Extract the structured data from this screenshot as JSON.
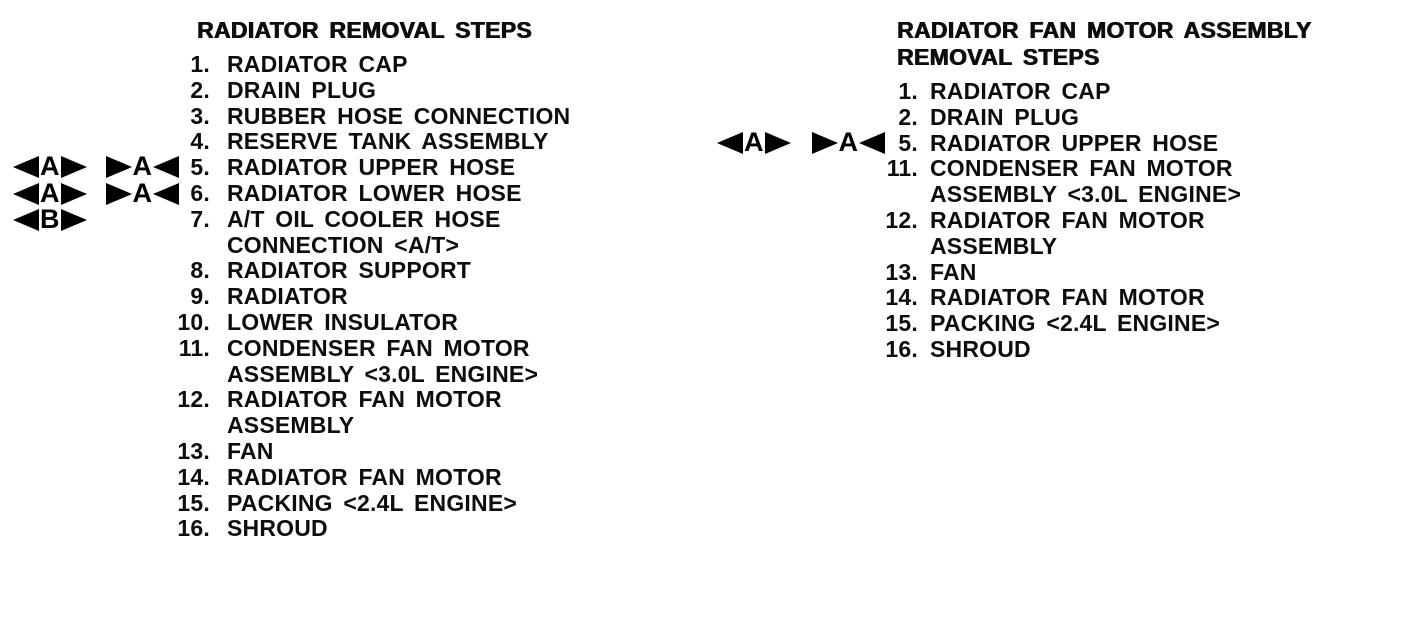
{
  "page": {
    "background_color": "#ffffff",
    "ink_color": "#0d0d0d"
  },
  "left_section": {
    "title": "RADIATOR REMOVAL STEPS",
    "items": [
      {
        "num": "1.",
        "lines": [
          "RADIATOR CAP"
        ]
      },
      {
        "num": "2.",
        "lines": [
          "DRAIN PLUG"
        ]
      },
      {
        "num": "3.",
        "lines": [
          "RUBBER HOSE CONNECTION"
        ]
      },
      {
        "num": "4.",
        "lines": [
          "RESERVE TANK ASSEMBLY"
        ]
      },
      {
        "num": "5.",
        "lines": [
          "RADIATOR UPPER HOSE"
        ]
      },
      {
        "num": "6.",
        "lines": [
          "RADIATOR LOWER HOSE"
        ]
      },
      {
        "num": "7.",
        "lines": [
          "A/T OIL COOLER HOSE",
          "CONNECTION <A/T>"
        ]
      },
      {
        "num": "8.",
        "lines": [
          "RADIATOR SUPPORT"
        ]
      },
      {
        "num": "9.",
        "lines": [
          "RADIATOR"
        ]
      },
      {
        "num": "10.",
        "lines": [
          "LOWER INSULATOR"
        ]
      },
      {
        "num": "11.",
        "lines": [
          "CONDENSER FAN MOTOR",
          "ASSEMBLY <3.0L ENGINE>"
        ]
      },
      {
        "num": "12.",
        "lines": [
          "RADIATOR FAN MOTOR",
          "ASSEMBLY"
        ]
      },
      {
        "num": "13.",
        "lines": [
          "FAN"
        ]
      },
      {
        "num": "14.",
        "lines": [
          "RADIATOR FAN MOTOR"
        ]
      },
      {
        "num": "15.",
        "lines": [
          "PACKING <2.4L ENGINE>"
        ]
      },
      {
        "num": "16.",
        "lines": [
          "SHROUD"
        ]
      }
    ]
  },
  "right_section": {
    "title_lines": [
      "RADIATOR FAN MOTOR ASSEMBLY",
      "REMOVAL STEPS"
    ],
    "items": [
      {
        "num": "1.",
        "lines": [
          "RADIATOR CAP"
        ]
      },
      {
        "num": "2.",
        "lines": [
          "DRAIN PLUG"
        ]
      },
      {
        "num": "5.",
        "lines": [
          "RADIATOR UPPER HOSE"
        ]
      },
      {
        "num": "11.",
        "lines": [
          "CONDENSER FAN MOTOR",
          "ASSEMBLY <3.0L ENGINE>"
        ]
      },
      {
        "num": "12.",
        "lines": [
          "RADIATOR FAN MOTOR",
          "ASSEMBLY"
        ]
      },
      {
        "num": "13.",
        "lines": [
          "FAN"
        ]
      },
      {
        "num": "14.",
        "lines": [
          "RADIATOR FAN MOTOR"
        ]
      },
      {
        "num": "15.",
        "lines": [
          "PACKING <2.4L ENGINE>"
        ]
      },
      {
        "num": "16.",
        "lines": [
          "SHROUD"
        ]
      }
    ]
  },
  "markers": {
    "marker_color": "#000000",
    "left": [
      {
        "item": "5",
        "groups": [
          {
            "letter": "A",
            "direction": "outward"
          },
          {
            "letter": "A",
            "direction": "inward"
          }
        ]
      },
      {
        "item": "6",
        "groups": [
          {
            "letter": "A",
            "direction": "outward"
          },
          {
            "letter": "A",
            "direction": "inward"
          }
        ]
      },
      {
        "item": "7",
        "groups": [
          {
            "letter": "B",
            "direction": "outward"
          }
        ]
      }
    ],
    "right": [
      {
        "item": "5",
        "groups": [
          {
            "letter": "A",
            "direction": "outward"
          },
          {
            "letter": "A",
            "direction": "inward"
          }
        ]
      }
    ]
  }
}
